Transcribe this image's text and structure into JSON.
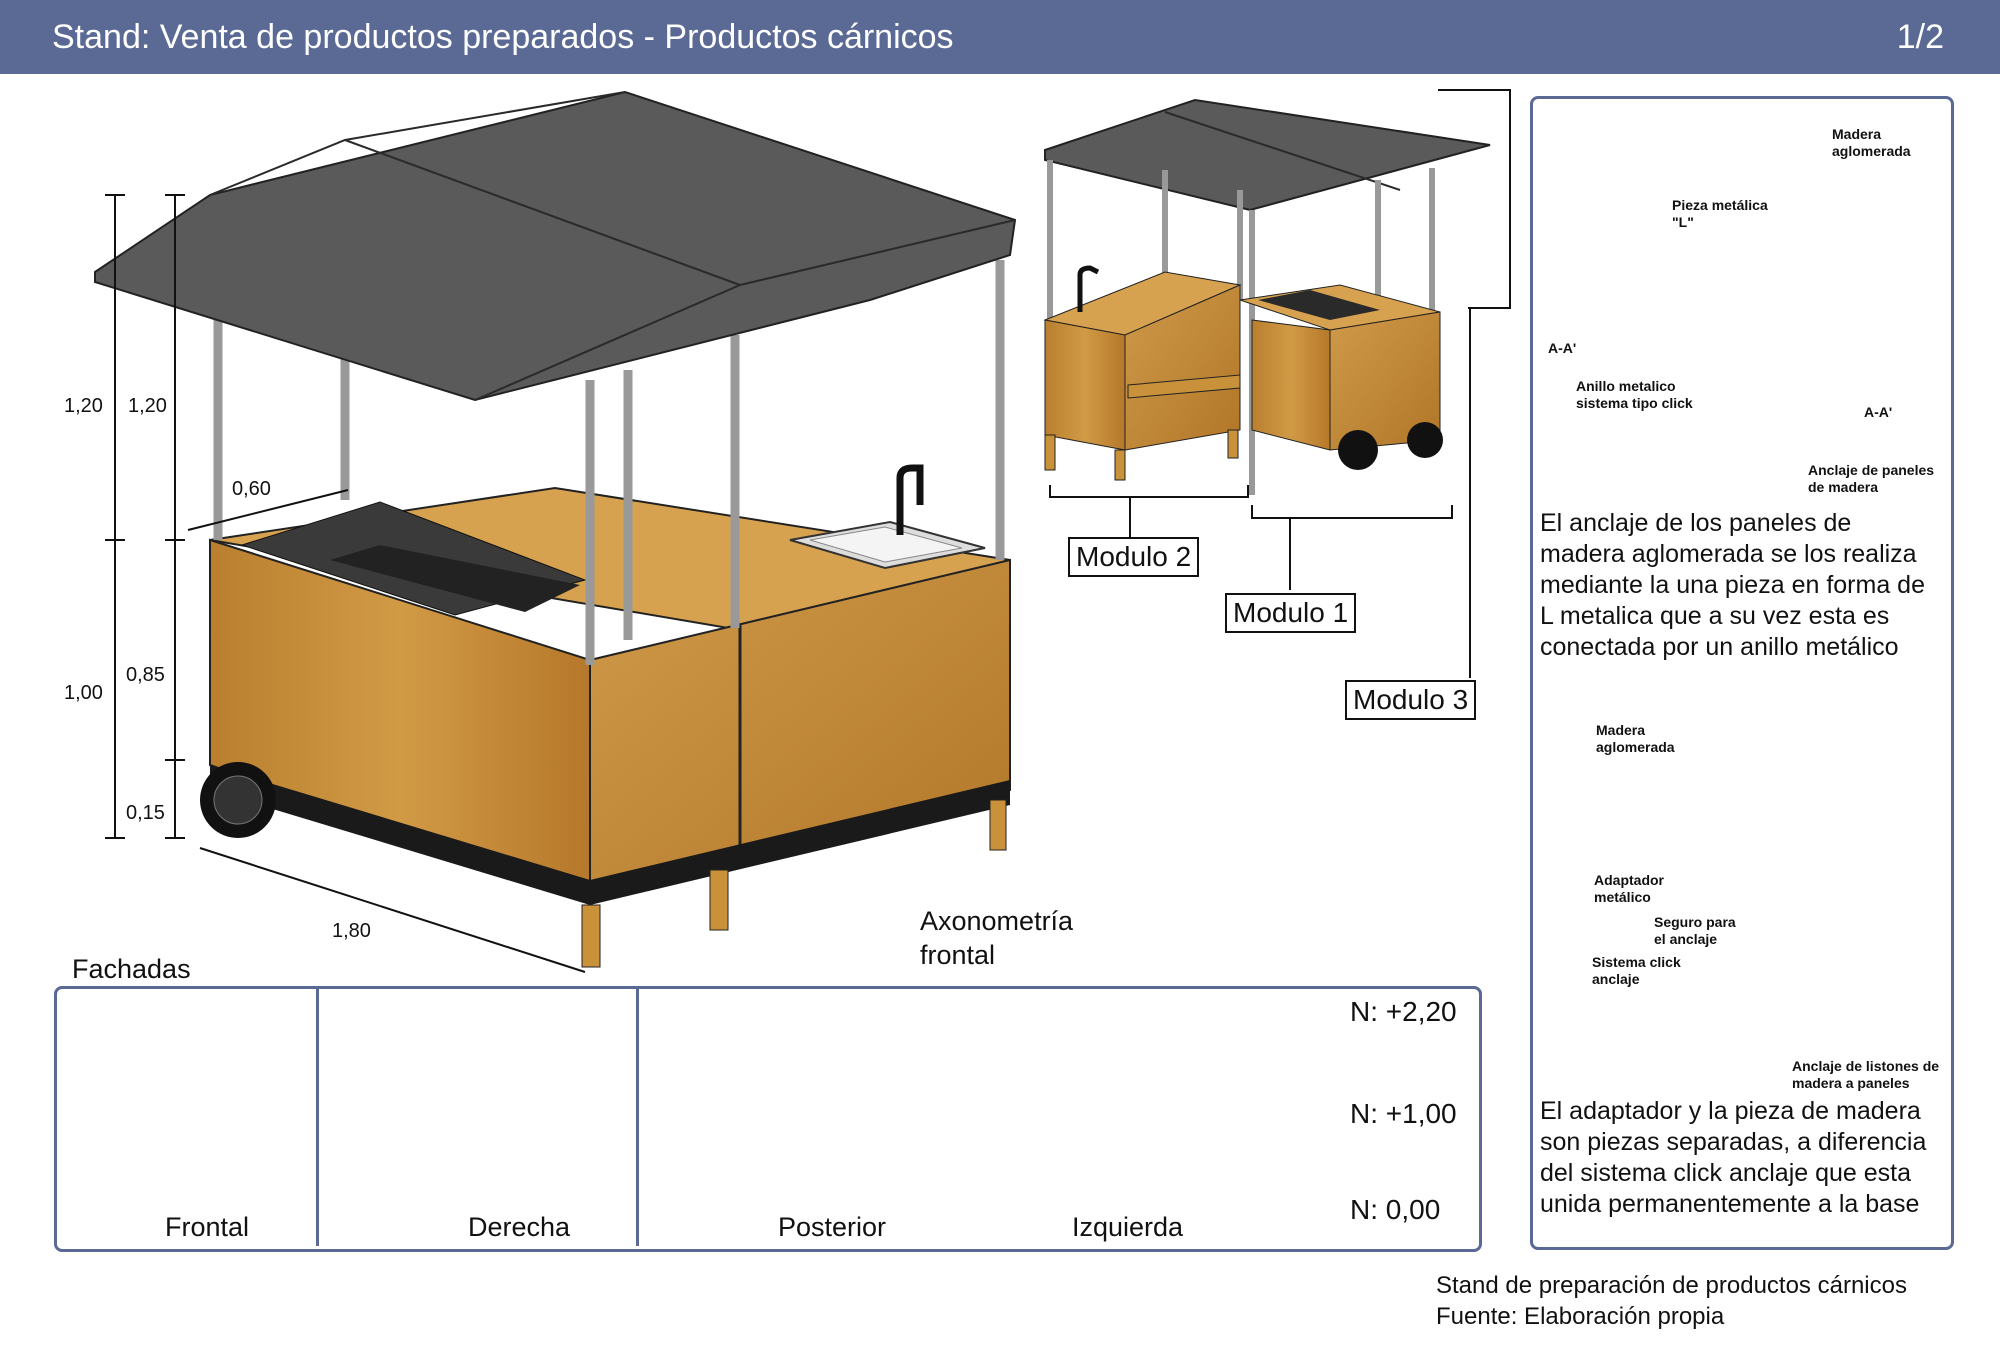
{
  "header": {
    "title": "Stand: Venta de productos preparados - Productos cárnicos",
    "page": "1/2"
  },
  "axonometry": {
    "dims": {
      "h_total_left": "1,20",
      "h_total_right": "1,20",
      "width": "0,60",
      "base_left": "1,00",
      "base_right": "0,85",
      "plinth": "0,15",
      "length": "1,80"
    },
    "caption_line1": "Axonometría",
    "caption_line2": "frontal"
  },
  "modules": {
    "m2": "Modulo 2",
    "m1": "Modulo 1",
    "m3": "Modulo 3"
  },
  "detail": {
    "madera_aglomerada_1": "Madera aglomerada",
    "pieza_metalica": "Pieza metálica \"L\"",
    "aa_left": "A-A'",
    "aa_right": "A-A'",
    "anillo": "Anillo metalico sistema tipo click",
    "anclaje_paneles": "Anclaje de paneles de madera",
    "text1": "El anclaje de los paneles de madera aglomerada se los realiza mediante la una pieza en forma de L metalica que a su vez esta es conectada por un anillo metálico",
    "madera_aglomerada_2": "Madera aglomerada",
    "adaptador": "Adaptador metálico",
    "seguro": "Seguro para el anclaje",
    "sistema_click": "Sistema click anclaje",
    "anclaje_listones": "Anclaje de listones de madera a paneles",
    "text2": "El adaptador y la pieza de madera son piezas separadas, a diferencia del sistema click anclaje que esta unida permanentemente a la base"
  },
  "facades": {
    "title": "Fachadas",
    "views": [
      "Frontal",
      "Derecha",
      "Posterior",
      "Izquierda"
    ],
    "levels": [
      "N: +2,20",
      "N: +1,00",
      "N: 0,00"
    ]
  },
  "caption": {
    "line1": "Stand de preparación de productos cárnicos",
    "line2": "Fuente: Elaboración propia"
  },
  "colors": {
    "header": "#5b6a95",
    "wood": "#c8913a",
    "roof": "#5d5d5d",
    "frame": "#1a1a1a"
  }
}
